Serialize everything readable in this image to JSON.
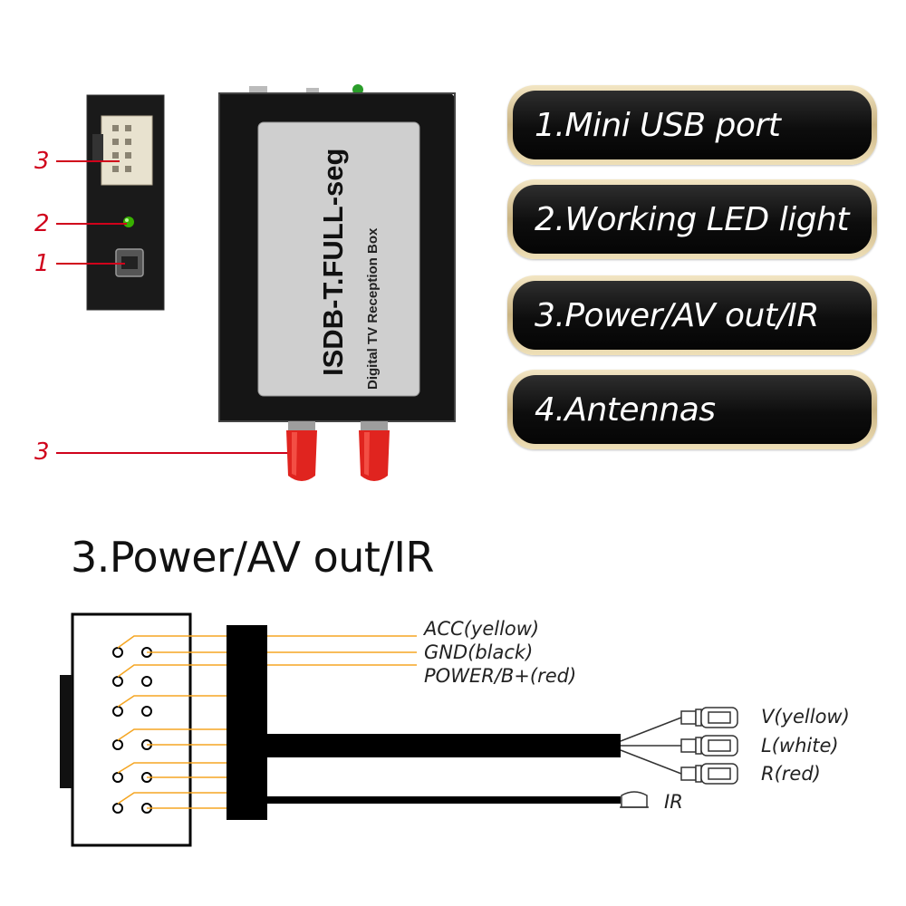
{
  "callouts": [
    {
      "label": "1.Mini USB port"
    },
    {
      "label": "2.Working LED light"
    },
    {
      "label": "3.Power/AV out/IR"
    },
    {
      "label": "4.Antennas"
    }
  ],
  "side_markers": {
    "connector": "3",
    "led": "2",
    "usb": "1",
    "antenna": "3"
  },
  "device": {
    "title": "ISDB-T.FULL-seg",
    "subtitle": "Digital TV Reception Box"
  },
  "section_title": "3.Power/AV out/IR",
  "wire_labels": {
    "acc": "ACC(yellow)",
    "gnd": "GND(black)",
    "power": "POWER/B+(red)",
    "video": "V(yellow)",
    "left": "L(white)",
    "right": "R(red)",
    "ir": "IR"
  },
  "colors": {
    "marker_red": "#d0021b",
    "wire_orange": "#f5a623",
    "pill_gold": "#c9b383",
    "antenna_red": "#e0241f"
  }
}
